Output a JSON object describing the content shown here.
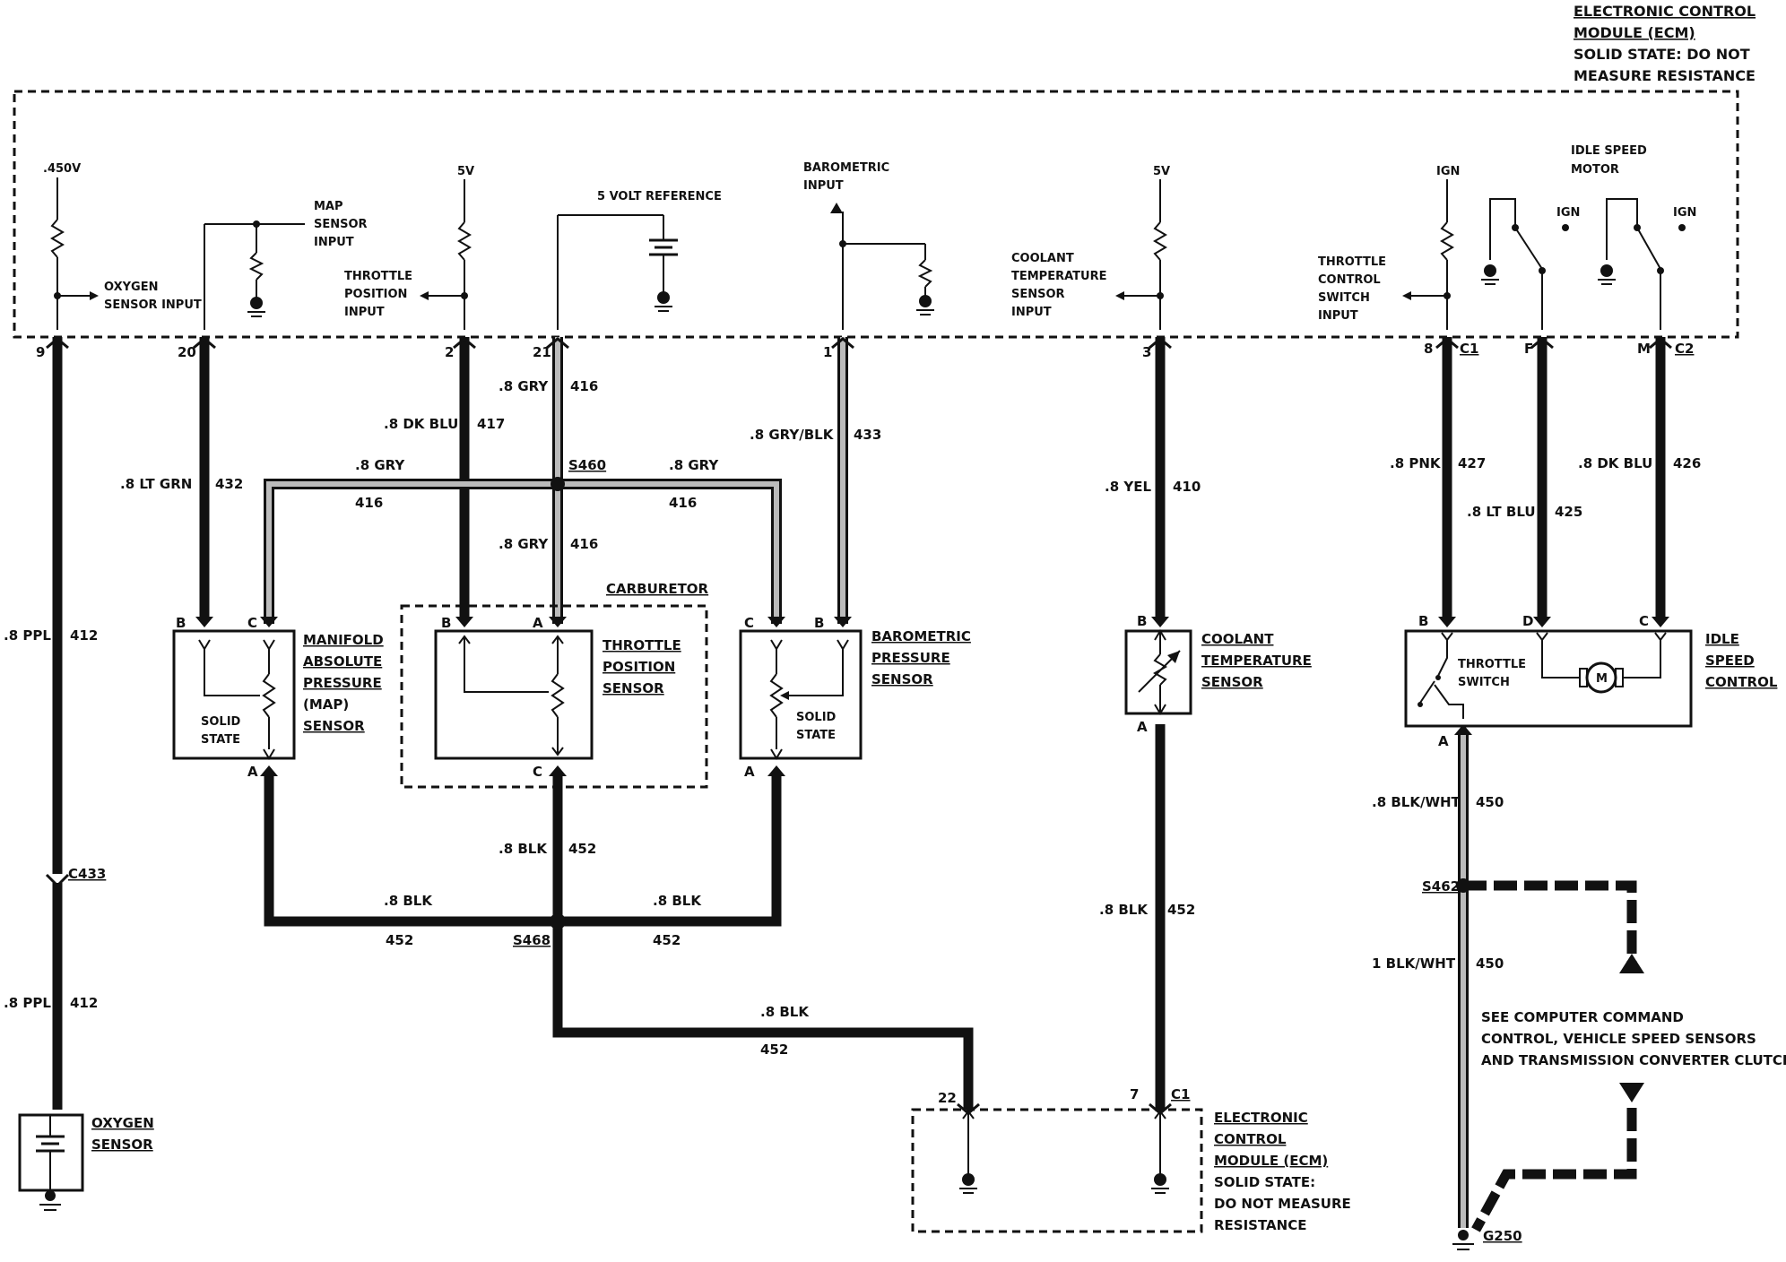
{
  "ecm_top": {
    "title_lines": [
      "ELECTRONIC CONTROL",
      "MODULE (ECM)",
      "SOLID STATE: DO NOT",
      "MEASURE RESISTANCE"
    ],
    "voltages": {
      "oxygen": ".450V",
      "tps": "5V",
      "coolant": "5V",
      "ign": "IGN"
    },
    "inputs": {
      "oxygen": [
        "OXYGEN",
        "SENSOR INPUT"
      ],
      "map": [
        "MAP",
        "SENSOR",
        "INPUT"
      ],
      "tps": [
        "THROTTLE",
        "POSITION",
        "INPUT"
      ],
      "ref": "5 VOLT REFERENCE",
      "baro": [
        "BAROMETRIC",
        "INPUT"
      ],
      "coolant": [
        "COOLANT",
        "TEMPERATURE",
        "SENSOR",
        "INPUT"
      ],
      "throttle_switch": [
        "THROTTLE",
        "CONTROL",
        "SWITCH",
        "INPUT"
      ],
      "isc": [
        "IDLE SPEED",
        "MOTOR"
      ],
      "ign1": "IGN",
      "ign2": "IGN"
    },
    "pins": {
      "p9": "9",
      "p20": "20",
      "p2": "2",
      "p21": "21",
      "p1": "1",
      "p3": "3",
      "p8": "8",
      "c1": "C1",
      "pF": "F",
      "pM": "M",
      "c2": "C2"
    }
  },
  "wires": {
    "w412a": {
      "color": ".8 PPL",
      "circuit": "412"
    },
    "w412b": {
      "color": ".8 PPL",
      "circuit": "412"
    },
    "w432": {
      "color": ".8 LT GRN",
      "circuit": "432"
    },
    "w417": {
      "color": ".8 DK BLU",
      "circuit": "417"
    },
    "w416a": {
      "color": ".8 GRY",
      "circuit": "416"
    },
    "w416b": {
      "color": ".8 GRY",
      "circuit": "416"
    },
    "w416c": {
      "color": ".8 GRY",
      "circuit": "416"
    },
    "w416d": {
      "color": ".8 GRY",
      "circuit": "416"
    },
    "w433": {
      "color": ".8 GRY/BLK",
      "circuit": "433"
    },
    "w410": {
      "color": ".8 YEL",
      "circuit": "410"
    },
    "w427": {
      "color": ".8 PNK",
      "circuit": "427"
    },
    "w425": {
      "color": ".8 LT BLU",
      "circuit": "425"
    },
    "w426": {
      "color": ".8 DK BLU",
      "circuit": "426"
    },
    "w452a": {
      "color": ".8 BLK",
      "circuit": "452"
    },
    "w452b": {
      "color": ".8 BLK",
      "circuit": "452"
    },
    "w452c": {
      "color": ".8 BLK",
      "circuit": "452"
    },
    "w452d": {
      "color": ".8 BLK",
      "circuit": "452"
    },
    "w452e": {
      "color": ".8 BLK",
      "circuit": "452"
    },
    "w450a": {
      "color": ".8 BLK/WHT",
      "circuit": "450"
    },
    "w450b": {
      "color": "1 BLK/WHT",
      "circuit": "450"
    }
  },
  "splices": {
    "s460": "S460",
    "s468": "S468",
    "s462": "S462",
    "c433": "C433",
    "g250": "G250"
  },
  "components": {
    "map": {
      "name": [
        "MANIFOLD",
        "ABSOLUTE",
        "PRESSURE",
        "(MAP)",
        "SENSOR"
      ],
      "inner": [
        "SOLID",
        "STATE"
      ],
      "pins": [
        "B",
        "C",
        "A"
      ]
    },
    "carb": {
      "name": "CARBURETOR"
    },
    "tps": {
      "name": [
        "THROTTLE",
        "POSITION",
        "SENSOR"
      ],
      "pins": [
        "B",
        "A",
        "C"
      ]
    },
    "baro": {
      "name": [
        "BAROMETRIC",
        "PRESSURE",
        "SENSOR"
      ],
      "inner": [
        "SOLID",
        "STATE"
      ],
      "pins": [
        "C",
        "B",
        "A"
      ]
    },
    "cts": {
      "name": [
        "COOLANT",
        "TEMPERATURE",
        "SENSOR"
      ],
      "pins": [
        "B",
        "A"
      ]
    },
    "isc": {
      "name": [
        "IDLE",
        "SPEED",
        "CONTROL"
      ],
      "inner": [
        "THROTTLE",
        "SWITCH"
      ],
      "motor": "M",
      "pins": [
        "B",
        "D",
        "C",
        "A"
      ]
    },
    "o2": {
      "name": [
        "OXYGEN",
        "SENSOR"
      ]
    },
    "ecm_bottom": {
      "name": [
        "ELECTRONIC",
        "CONTROL",
        "MODULE (ECM)",
        "SOLID STATE:",
        "DO NOT MEASURE",
        "RESISTANCE"
      ],
      "pins": [
        "22",
        "7",
        "C1"
      ]
    }
  },
  "note": [
    "SEE COMPUTER COMMAND",
    "CONTROL, VEHICLE SPEED SENSORS",
    "AND TRANSMISSION CONVERTER CLUTCH"
  ]
}
